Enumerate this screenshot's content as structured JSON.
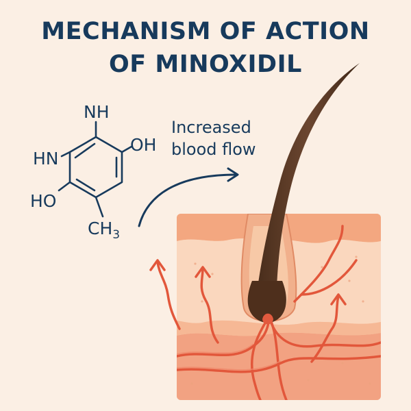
{
  "title": {
    "line1": "MECHANISM OF ACTION",
    "line2": "OF MINOXIDIL"
  },
  "molecule": {
    "nh": "NH",
    "hn": "HN",
    "oh": "OH",
    "ho": "HO",
    "ch3_base": "CH",
    "ch3_sub": "3"
  },
  "annotation": {
    "line1": "Increased",
    "line2": "blood flow"
  },
  "colors": {
    "background": "#fbefe4",
    "title_text": "#173a5c",
    "skin_epidermis": "#f5b58e",
    "skin_dermis": "#f9d2b6",
    "skin_deep": "#f3a684",
    "blood_vessel": "#e2573b",
    "hair": "#5a3a25"
  }
}
